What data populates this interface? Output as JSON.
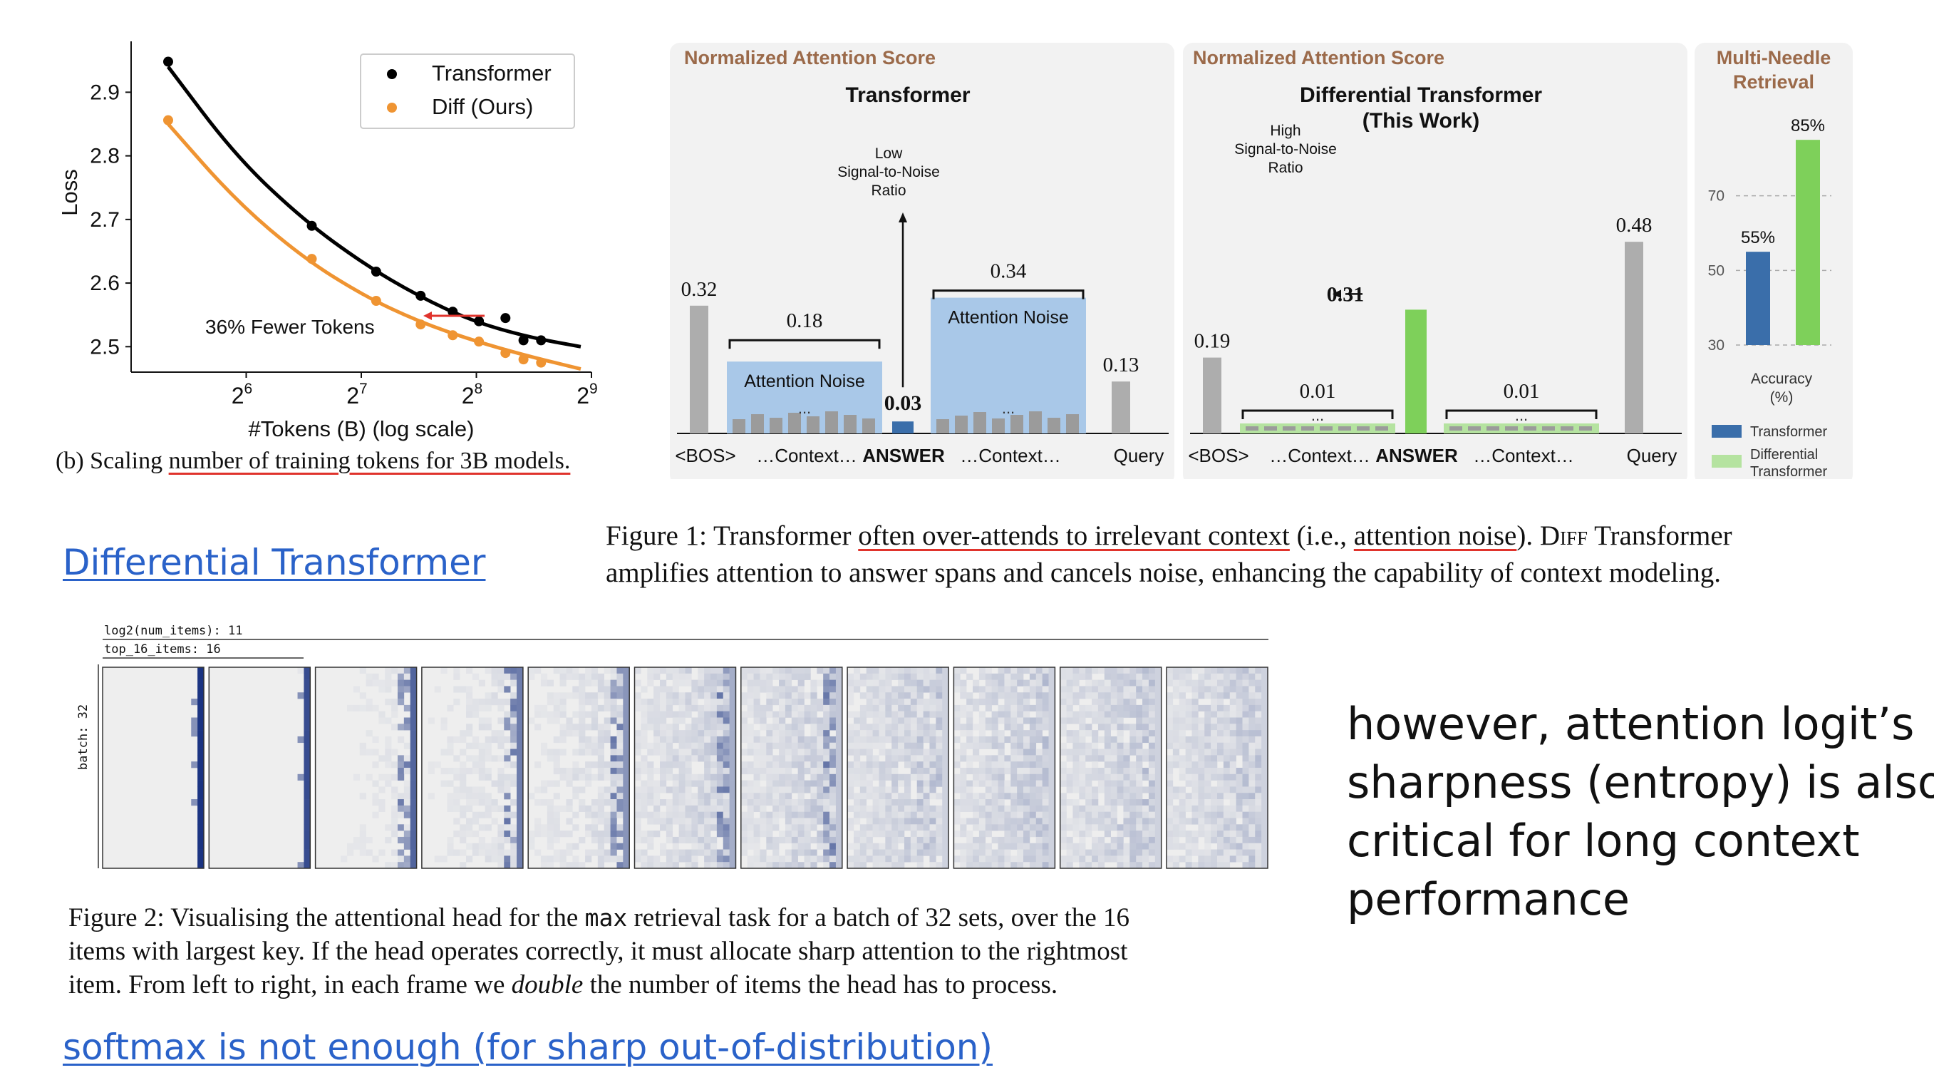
{
  "loss_chart": {
    "caption_prefix": "(b) Scaling ",
    "caption_underlined": "number of training tokens for 3B models.",
    "annotation": "36% Fewer Tokens",
    "chart_data": {
      "type": "scatter",
      "title": "",
      "xlabel": "#Tokens (B) (log scale)",
      "ylabel": "Loss",
      "x_scale": "log2",
      "xlim": [
        32,
        512
      ],
      "ylim": [
        2.46,
        2.98
      ],
      "x_ticks": [
        {
          "value": 64,
          "base": "2",
          "exp": "6"
        },
        {
          "value": 128,
          "base": "2",
          "exp": "7"
        },
        {
          "value": 256,
          "base": "2",
          "exp": "8"
        },
        {
          "value": 512,
          "base": "2",
          "exp": "9"
        }
      ],
      "y_ticks": [
        {
          "value": 2.5,
          "label": "2.5"
        },
        {
          "value": 2.6,
          "label": "2.6"
        },
        {
          "value": 2.7,
          "label": "2.7"
        },
        {
          "value": 2.8,
          "label": "2.8"
        },
        {
          "value": 2.9,
          "label": "2.9"
        }
      ],
      "legend_position": "top-right",
      "series": [
        {
          "name": "Transformer",
          "color": "#000000",
          "points": [
            [
              40,
              2.948
            ],
            [
              95,
              2.69
            ],
            [
              140,
              2.618
            ],
            [
              183,
              2.58
            ],
            [
              222,
              2.555
            ],
            [
              260,
              2.54
            ],
            [
              305,
              2.545
            ],
            [
              340,
              2.51
            ],
            [
              378,
              2.51
            ]
          ],
          "fit": [
            [
              40,
              2.94
            ],
            [
              60,
              2.8
            ],
            [
              90,
              2.7
            ],
            [
              130,
              2.63
            ],
            [
              180,
              2.58
            ],
            [
              250,
              2.54
            ],
            [
              350,
              2.515
            ],
            [
              480,
              2.5
            ]
          ]
        },
        {
          "name": "Diff (Ours)",
          "color": "#ef9432",
          "points": [
            [
              40,
              2.856
            ],
            [
              95,
              2.638
            ],
            [
              140,
              2.572
            ],
            [
              183,
              2.535
            ],
            [
              222,
              2.518
            ],
            [
              260,
              2.508
            ],
            [
              305,
              2.49
            ],
            [
              340,
              2.48
            ],
            [
              378,
              2.475
            ]
          ],
          "fit": [
            [
              40,
              2.85
            ],
            [
              60,
              2.73
            ],
            [
              90,
              2.64
            ],
            [
              130,
              2.58
            ],
            [
              180,
              2.54
            ],
            [
              250,
              2.51
            ],
            [
              350,
              2.485
            ],
            [
              480,
              2.465
            ]
          ]
        }
      ]
    }
  },
  "fig1": {
    "caption_prefix": "Figure 1: Transformer ",
    "caption_ul1": "often over-attends to irrelevant context",
    "caption_mid": " (i.e., ",
    "caption_ul2": "attention noise",
    "caption_after": "). ",
    "caption_diff": "Diff",
    "caption_end": " Transformer",
    "caption_line2": "amplifies attention to answer spans and cancels noise, enhancing the capability of context modeling.",
    "transformer_panel": {
      "header": "Normalized Attention Score",
      "title": "Transformer",
      "noise_label": "Attention Noise",
      "snr_label": [
        "Low",
        "Signal-to-Noise",
        "Ratio"
      ],
      "ellipsis": "...",
      "chart_data": {
        "type": "bar",
        "categories": [
          "<BOS>",
          "…Context…",
          "ANSWER",
          "…Context…",
          "Query"
        ],
        "values": [
          0.32,
          0.18,
          0.03,
          0.34,
          0.13
        ],
        "value_labels": [
          "0.32",
          "0.18",
          "0.03",
          "0.34",
          "0.13"
        ],
        "colors": {
          "bos_query": "#adadad",
          "noise": "#a9c8e8",
          "answer": "#3a6eaa",
          "token": "#9b9b9b"
        }
      }
    },
    "diff_panel": {
      "header": "Normalized Attention Score",
      "title": [
        "Differential Transformer",
        "(This Work)"
      ],
      "snr_label": [
        "High",
        "Signal-to-Noise",
        "Ratio"
      ],
      "ellipsis": "...",
      "chart_data": {
        "type": "bar",
        "categories": [
          "<BOS>",
          "…Context…",
          "ANSWER",
          "…Context…",
          "Query"
        ],
        "values": [
          0.19,
          0.01,
          0.31,
          0.01,
          0.48
        ],
        "value_labels": [
          "0.19",
          "0.01",
          "0.31",
          "0.01",
          "0.48"
        ],
        "colors": {
          "bos_query": "#adadad",
          "noise": "#b5e3a0",
          "answer": "#7ed05a",
          "token": "#9b9b9b"
        }
      }
    },
    "retrieval_panel": {
      "header": [
        "Multi-Needle",
        "Retrieval"
      ],
      "ylabel": [
        "Accuracy",
        "(%)"
      ],
      "chart_data": {
        "type": "bar",
        "categories": [
          "Transformer",
          "Differential Transformer"
        ],
        "values": [
          55,
          85
        ],
        "value_labels": [
          "55%",
          "85%"
        ],
        "y_ticks": [
          30,
          50,
          70
        ],
        "ylim": [
          30,
          90
        ],
        "legend": [
          [
            "Transformer"
          ],
          [
            "Differential",
            "Transformer"
          ]
        ],
        "colors": [
          "#3a6eaa",
          "#7ed05a"
        ]
      }
    }
  },
  "diff_link": "Differential Transformer",
  "fig2": {
    "header_line1": "log2(num_items): 11",
    "header_line2": "top_16_items: 16",
    "side_label": "batch: 32",
    "caption_line1_a": "Figure 2: Visualising the attentional head for the ",
    "caption_line1_code": "max",
    "caption_line1_b": " retrieval task for a batch of 32 sets, over the 16",
    "caption_line2": "items with largest key. If the head operates correctly, it must allocate sharp attention to the rightmost",
    "caption_line3_a": "item. From left to right, in each frame we ",
    "caption_line3_em": "double",
    "caption_line3_b": " the number of items the head has to process.",
    "chart_data": {
      "type": "heatmap",
      "frames": 11,
      "rows": 32,
      "columns": 16,
      "note": "sharpness of attention on rightmost item decreases left to right"
    }
  },
  "softmax_link": "softmax is not enough (for sharp out-of-distribution)",
  "note": {
    "lines": [
      "however, attention logit’s",
      "sharpness (entropy) is also",
      "critical for long context",
      "performance"
    ]
  }
}
